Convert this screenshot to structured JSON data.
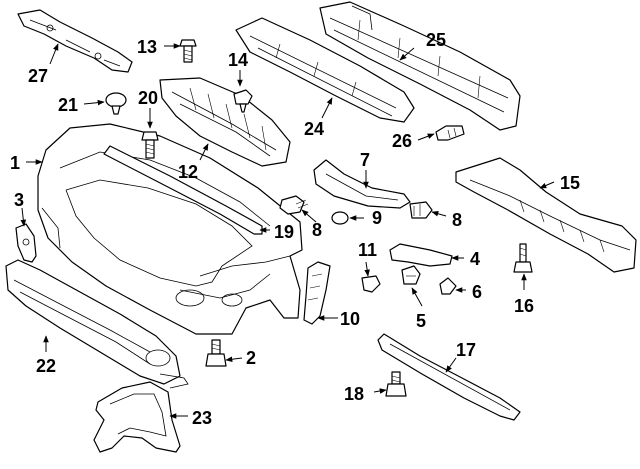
{
  "callouts": {
    "c1": "1",
    "c2": "2",
    "c3": "3",
    "c4": "4",
    "c5": "5",
    "c6": "6",
    "c7": "7",
    "c8a": "8",
    "c8b": "8",
    "c9": "9",
    "c10": "10",
    "c11": "11",
    "c12": "12",
    "c13": "13",
    "c14": "14",
    "c15": "15",
    "c16": "16",
    "c17": "17",
    "c18": "18",
    "c19": "19",
    "c20": "20",
    "c21": "21",
    "c22": "22",
    "c23": "23",
    "c24": "24",
    "c25": "25",
    "c26": "26",
    "c27": "27"
  },
  "colors": {
    "line": "#000000",
    "background": "#ffffff"
  }
}
